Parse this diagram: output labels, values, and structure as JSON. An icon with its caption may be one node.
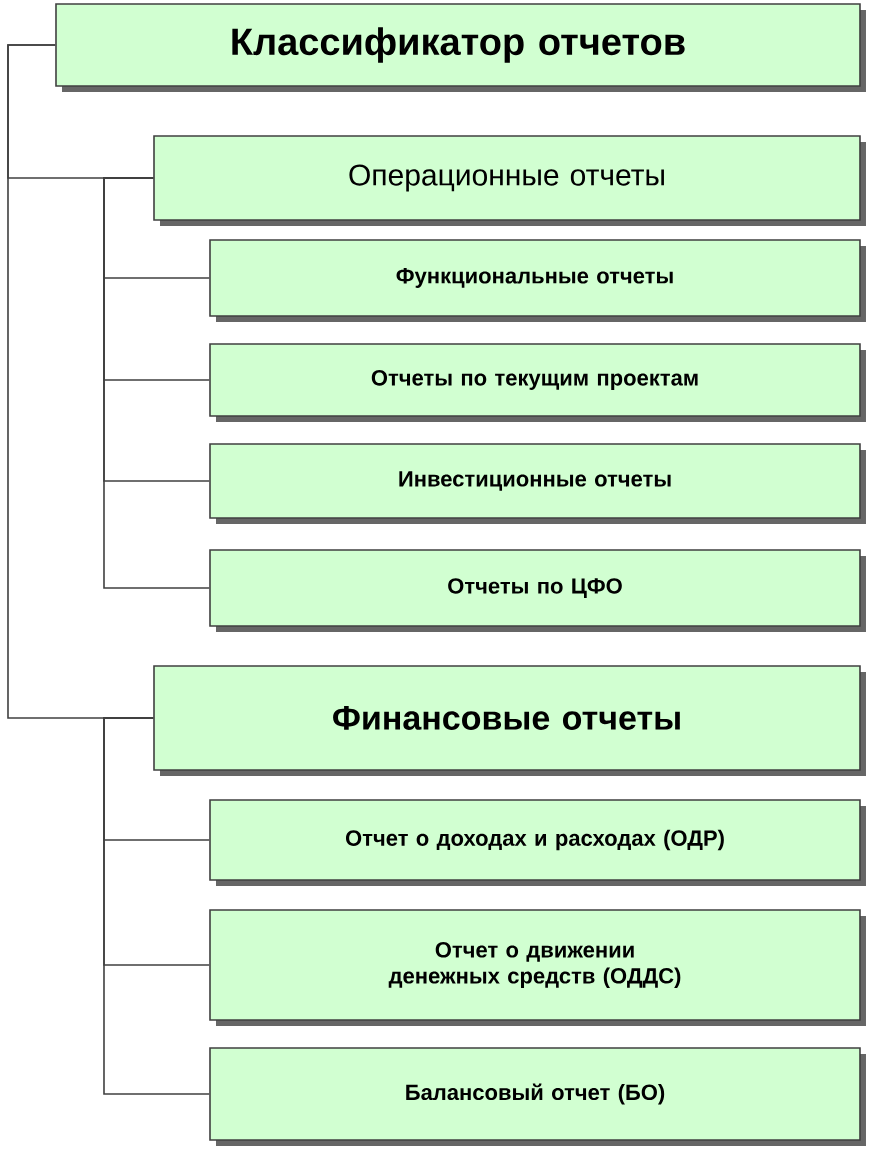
{
  "diagram": {
    "nodes": [
      {
        "text": [
          "Классификатор отчетов"
        ]
      },
      {
        "text": [
          "Операционные отчеты"
        ]
      },
      {
        "text": [
          "Функциональные отчеты"
        ]
      },
      {
        "text": [
          "Отчеты по текущим проектам"
        ]
      },
      {
        "text": [
          "Инвестиционные отчеты"
        ]
      },
      {
        "text": [
          "Отчеты по ЦФО"
        ]
      },
      {
        "text": [
          "Финансовые отчеты"
        ]
      },
      {
        "text": [
          "Отчет о доходах и расходах (ОДР)"
        ]
      },
      {
        "text": [
          "Отчет о движении денежных средств (ОДДС)"
        ]
      },
      {
        "text": [
          "Балансовый отчет (БО)"
        ]
      }
    ],
    "edges": [
      {
        "from": 0,
        "to": 1,
        "arrow": "none"
      },
      {
        "from": 0,
        "to": 6,
        "arrow": "none"
      },
      {
        "from": 1,
        "to": 2,
        "arrow": "none"
      },
      {
        "from": 1,
        "to": 3,
        "arrow": "none"
      },
      {
        "from": 1,
        "to": 4,
        "arrow": "none"
      },
      {
        "from": 1,
        "to": 5,
        "arrow": "none"
      },
      {
        "from": 6,
        "to": 7,
        "arrow": "none"
      },
      {
        "from": 6,
        "to": 8,
        "arrow": "none"
      },
      {
        "from": 6,
        "to": 9,
        "arrow": "none"
      }
    ]
  }
}
